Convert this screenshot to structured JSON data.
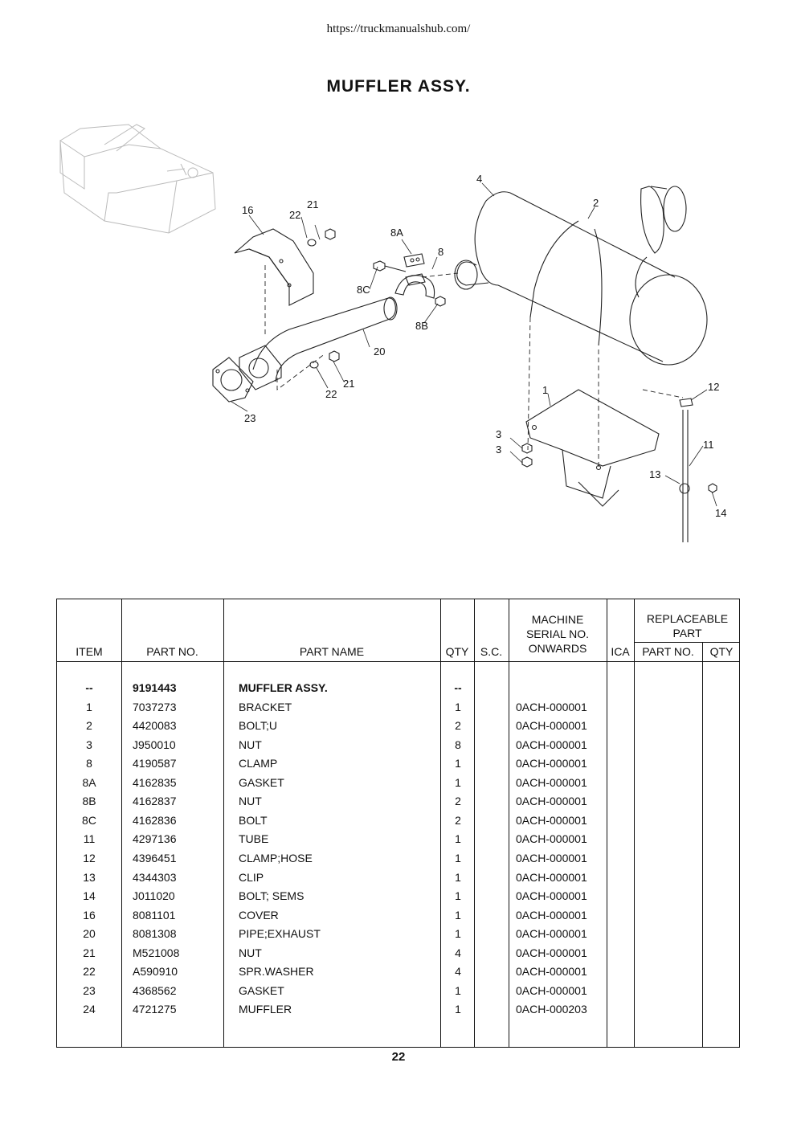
{
  "header": {
    "url": "https://truckmanualshub.com/"
  },
  "page": {
    "title": "MUFFLER ASSY.",
    "number": "22"
  },
  "callouts": [
    "4",
    "2",
    "16",
    "21",
    "22",
    "8A",
    "8",
    "8C",
    "8B",
    "20",
    "21",
    "22",
    "23",
    "1",
    "12",
    "3",
    "3",
    "11",
    "13",
    "14"
  ],
  "table": {
    "headers": {
      "item": "ITEM",
      "part_no": "PART NO.",
      "part_name": "PART NAME",
      "qty": "QTY",
      "sc": "S.C.",
      "machine_serial": "MACHINE\nSERIAL NO.\nONWARDS",
      "ica": "ICA",
      "replaceable_part": "REPLACEABLE\nPART",
      "rep_part_no": "PART NO.",
      "rep_qty": "QTY"
    },
    "rows": [
      {
        "item": "--",
        "part_no": "9191443",
        "name": "MUFFLER ASSY.",
        "qty": "--",
        "serial": ""
      },
      {
        "item": "1",
        "part_no": "7037273",
        "name": "BRACKET",
        "qty": "1",
        "serial": "0ACH-000001"
      },
      {
        "item": "2",
        "part_no": "4420083",
        "name": "BOLT;U",
        "qty": "2",
        "serial": "0ACH-000001"
      },
      {
        "item": "3",
        "part_no": "J950010",
        "name": "NUT",
        "qty": "8",
        "serial": "0ACH-000001"
      },
      {
        "item": "8",
        "part_no": "4190587",
        "name": "CLAMP",
        "qty": "1",
        "serial": "0ACH-000001"
      },
      {
        "item": "8A",
        "part_no": "4162835",
        "name": "GASKET",
        "qty": "1",
        "serial": "0ACH-000001"
      },
      {
        "item": "8B",
        "part_no": "4162837",
        "name": "NUT",
        "qty": "2",
        "serial": "0ACH-000001"
      },
      {
        "item": "8C",
        "part_no": "4162836",
        "name": "BOLT",
        "qty": "2",
        "serial": "0ACH-000001"
      },
      {
        "item": "11",
        "part_no": "4297136",
        "name": "TUBE",
        "qty": "1",
        "serial": "0ACH-000001"
      },
      {
        "item": "12",
        "part_no": "4396451",
        "name": "CLAMP;HOSE",
        "qty": "1",
        "serial": "0ACH-000001"
      },
      {
        "item": "13",
        "part_no": "4344303",
        "name": "CLIP",
        "qty": "1",
        "serial": "0ACH-000001"
      },
      {
        "item": "14",
        "part_no": "J011020",
        "name": "BOLT; SEMS",
        "qty": "1",
        "serial": "0ACH-000001"
      },
      {
        "item": "16",
        "part_no": "8081101",
        "name": "COVER",
        "qty": "1",
        "serial": "0ACH-000001"
      },
      {
        "item": "20",
        "part_no": "8081308",
        "name": "PIPE;EXHAUST",
        "qty": "1",
        "serial": "0ACH-000001"
      },
      {
        "item": "21",
        "part_no": "M521008",
        "name": "NUT",
        "qty": "4",
        "serial": "0ACH-000001"
      },
      {
        "item": "22",
        "part_no": "A590910",
        "name": "SPR.WASHER",
        "qty": "4",
        "serial": "0ACH-000001"
      },
      {
        "item": "23",
        "part_no": "4368562",
        "name": "GASKET",
        "qty": "1",
        "serial": "0ACH-000001"
      },
      {
        "item": "24",
        "part_no": "4721275",
        "name": "MUFFLER",
        "qty": "1",
        "serial": "0ACH-000203"
      }
    ]
  }
}
